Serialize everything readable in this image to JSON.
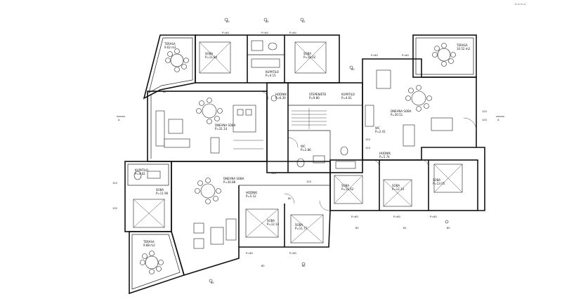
{
  "drawing": {
    "corner_mark": "~~~~"
  },
  "rooms": [
    {
      "key": "terrace-nw",
      "name": "TERASA",
      "area": "9.62 m2"
    },
    {
      "key": "bedroom-n1",
      "name": "SOBA",
      "area": "P=11.84"
    },
    {
      "key": "bedroom-n2",
      "name": "SOBA",
      "area": "P=12.02"
    },
    {
      "key": "bath-n",
      "name": "KUPATILO",
      "area": "P=4.15"
    },
    {
      "key": "living-main",
      "name": "DNEVNA SOBA",
      "area": "P=31.14"
    },
    {
      "key": "hall-center",
      "name": "HODNIK",
      "area": "P=6.30"
    },
    {
      "key": "stair",
      "name": "STEPENIŠTE",
      "area": "P=9.80"
    },
    {
      "key": "wc-center",
      "name": "WC",
      "area": "P=2.86"
    },
    {
      "key": "bath-center",
      "name": "KUPATILO",
      "area": "P=4.01"
    },
    {
      "key": "terrace-ne",
      "name": "TERASA",
      "area": "10.52 m2"
    },
    {
      "key": "living-east",
      "name": "DNEVNA SOBA",
      "area": "P=30.51"
    },
    {
      "key": "wc-east",
      "name": "WC",
      "area": "P=2.41"
    },
    {
      "key": "bedroom-e1",
      "name": "SOBA",
      "area": "P=11.62"
    },
    {
      "key": "bedroom-e2",
      "name": "SOBA",
      "area": "P=12.10"
    },
    {
      "key": "bedroom-e3",
      "name": "SOBA",
      "area": "P=13.05"
    },
    {
      "key": "hall-east",
      "name": "HODNIK",
      "area": "P=5.74"
    },
    {
      "key": "bath-sw",
      "name": "KUPATILO",
      "area": "P=4.02"
    },
    {
      "key": "bedroom-sw",
      "name": "SOBA",
      "area": "P=11.90"
    },
    {
      "key": "living-south",
      "name": "DNEVNA SOBA",
      "area": "P=30.88"
    },
    {
      "key": "bedroom-s1",
      "name": "SOBA",
      "area": "P=12.14"
    },
    {
      "key": "bedroom-s2",
      "name": "SOBA",
      "area": "P=11.77"
    },
    {
      "key": "hall-south",
      "name": "HODNIK",
      "area": "P=5.12"
    },
    {
      "key": "terrace-sw",
      "name": "TERASA",
      "area": "9.88 m2"
    }
  ],
  "dimensions": [
    "P=60",
    "P=60",
    "P=60",
    "P=60",
    "P=60",
    "P=60",
    "P=60",
    "P=60",
    "P=60",
    "P=60"
  ],
  "levels": [
    "80",
    "80",
    "81",
    "80",
    "80",
    "81",
    "80",
    "80",
    "80",
    "80",
    "80",
    "80"
  ],
  "elevations": [
    "120",
    "120",
    "120",
    "120",
    "120",
    "120",
    "120",
    "120"
  ],
  "section_marks": [
    "A",
    "A"
  ]
}
